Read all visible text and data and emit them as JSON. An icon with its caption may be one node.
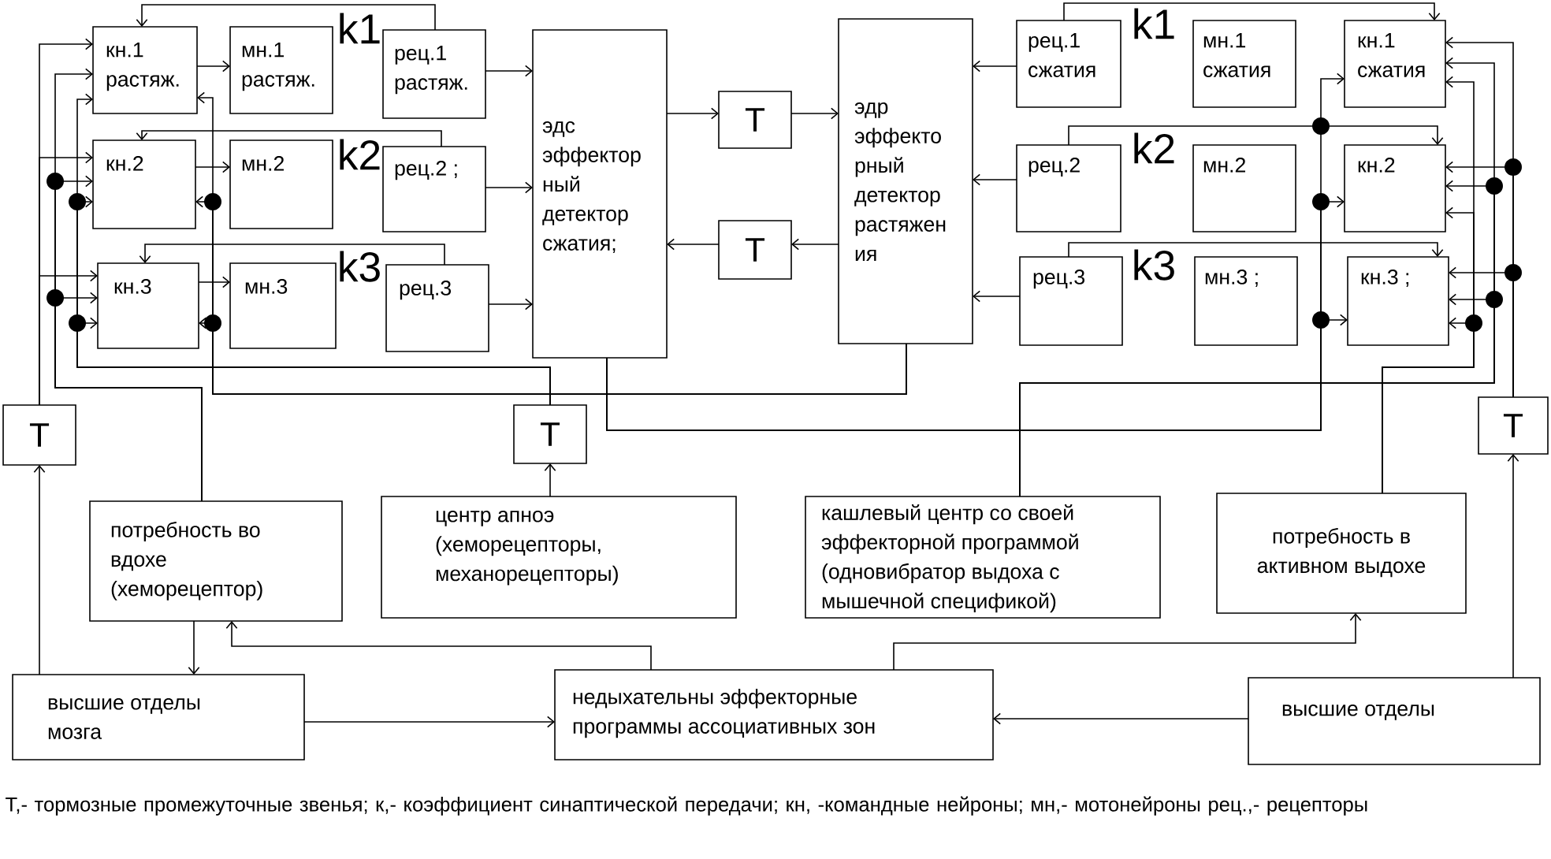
{
  "diagram": {
    "nodes": [
      {
        "text": [
          "кн.1 растяж."
        ]
      },
      {
        "text": [
          "мн.1 растяж."
        ]
      },
      {
        "text": [
          "рец.1 растяж."
        ]
      },
      {
        "text": [
          "кн.2"
        ]
      },
      {
        "text": [
          "мн.2"
        ]
      },
      {
        "text": [
          "рец.2 ;"
        ]
      },
      {
        "text": [
          "кн.3"
        ]
      },
      {
        "text": [
          "мн.3"
        ]
      },
      {
        "text": [
          "рец.3"
        ]
      },
      {
        "text": [
          "эдс эффектор ный детектор сжатия;"
        ]
      },
      {
        "text": [
          "Т"
        ]
      },
      {
        "text": [
          "Т"
        ]
      },
      {
        "text": [
          "эдр эффекто рный детектор растяжен ия"
        ]
      },
      {
        "text": [
          "рец.1 сжатия"
        ]
      },
      {
        "text": [
          "мн.1 сжатия"
        ]
      },
      {
        "text": [
          "кн.1 сжатия"
        ]
      },
      {
        "text": [
          "рец.2"
        ]
      },
      {
        "text": [
          "мн.2"
        ]
      },
      {
        "text": [
          "кн.2"
        ]
      },
      {
        "text": [
          "рец.3"
        ]
      },
      {
        "text": [
          "мн.3 ;"
        ]
      },
      {
        "text": [
          "кн.3 ;"
        ]
      },
      {
        "text": [
          "Т"
        ]
      },
      {
        "text": [
          "Т"
        ]
      },
      {
        "text": [
          "Т"
        ]
      },
      {
        "text": [
          "потребность во вдохе (хеморецептор)"
        ]
      },
      {
        "text": [
          "центр апноэ (хеморецепторы, механорецепторы)"
        ]
      },
      {
        "text": [
          "кашлевый центр со своей эффекторной программой (одновибратор выдоха с мышечной спецификой)"
        ]
      },
      {
        "text": [
          "потребность в активном выдохе"
        ]
      },
      {
        "text": [
          "высшие отделы мозга"
        ]
      },
      {
        "text": [
          "недыхательны эффекторные программы ассоциативных зон"
        ]
      },
      {
        "text": [
          "высшие отделы"
        ]
      }
    ],
    "edges": [
      {
        "from": 0,
        "to": 1,
        "arrow": "to"
      },
      {
        "from": 3,
        "to": 4,
        "arrow": "to"
      },
      {
        "from": 6,
        "to": 7,
        "arrow": "to"
      },
      {
        "from": 2,
        "to": 0,
        "arrow": "to"
      },
      {
        "from": 5,
        "to": 3,
        "arrow": "to"
      },
      {
        "from": 8,
        "to": 6,
        "arrow": "to"
      },
      {
        "from": 2,
        "to": 9,
        "arrow": "to"
      },
      {
        "from": 5,
        "to": 9,
        "arrow": "to"
      },
      {
        "from": 8,
        "to": 9,
        "arrow": "to"
      },
      {
        "from": 9,
        "to": 10,
        "arrow": "to"
      },
      {
        "from": 10,
        "to": 12,
        "arrow": "to"
      },
      {
        "from": 12,
        "to": 11,
        "arrow": "to"
      },
      {
        "from": 11,
        "to": 9,
        "arrow": "to"
      },
      {
        "from": 13,
        "to": 12,
        "arrow": "to"
      },
      {
        "from": 16,
        "to": 12,
        "arrow": "to"
      },
      {
        "from": 19,
        "to": 12,
        "arrow": "to"
      },
      {
        "from": 13,
        "to": 15,
        "arrow": "to"
      },
      {
        "from": 16,
        "to": 18,
        "arrow": "to"
      },
      {
        "from": 19,
        "to": 21,
        "arrow": "to"
      },
      {
        "from": 22,
        "to": 0,
        "arrow": "to"
      },
      {
        "from": 22,
        "to": 3,
        "arrow": "to"
      },
      {
        "from": 22,
        "to": 6,
        "arrow": "to"
      },
      {
        "from": 25,
        "to": 0,
        "arrow": "to"
      },
      {
        "from": 25,
        "to": 3,
        "arrow": "to"
      },
      {
        "from": 25,
        "to": 6,
        "arrow": "to"
      },
      {
        "from": 23,
        "to": 0,
        "arrow": "to"
      },
      {
        "from": 23,
        "to": 3,
        "arrow": "to"
      },
      {
        "from": 23,
        "to": 6,
        "arrow": "to"
      },
      {
        "from": 12,
        "to": 0,
        "arrow": "to"
      },
      {
        "from": 12,
        "to": 3,
        "arrow": "to"
      },
      {
        "from": 12,
        "to": 6,
        "arrow": "to"
      },
      {
        "from": 9,
        "to": 15,
        "arrow": "to"
      },
      {
        "from": 9,
        "to": 18,
        "arrow": "to"
      },
      {
        "from": 9,
        "to": 21,
        "arrow": "to"
      },
      {
        "from": 24,
        "to": 15,
        "arrow": "to"
      },
      {
        "from": 24,
        "to": 18,
        "arrow": "to"
      },
      {
        "from": 24,
        "to": 21,
        "arrow": "to"
      },
      {
        "from": 27,
        "to": 15,
        "arrow": "to"
      },
      {
        "from": 27,
        "to": 18,
        "arrow": "to"
      },
      {
        "from": 27,
        "to": 21,
        "arrow": "to"
      },
      {
        "from": 28,
        "to": 15,
        "arrow": "to"
      },
      {
        "from": 28,
        "to": 18,
        "arrow": "to"
      },
      {
        "from": 28,
        "to": 21,
        "arrow": "to"
      },
      {
        "from": 29,
        "to": 22,
        "arrow": "to"
      },
      {
        "from": 25,
        "to": 29,
        "arrow": "to"
      },
      {
        "from": 30,
        "to": 25,
        "arrow": "to"
      },
      {
        "from": 29,
        "to": 30,
        "arrow": "to"
      },
      {
        "from": 26,
        "to": 23,
        "arrow": "to"
      },
      {
        "from": 30,
        "to": 28,
        "arrow": "to"
      },
      {
        "from": 31,
        "to": 30,
        "arrow": "to"
      },
      {
        "from": 31,
        "to": 24,
        "arrow": "to"
      }
    ],
    "labels": [
      "k1",
      "k1",
      "k2",
      "k2",
      "k3",
      "k3"
    ],
    "caption": "Т,- тормозные промежуточные звенья; к,- коэффициент синаптической передачи; кн, -командные нейроны; мн,- мотонейроны рец.,- рецепторы"
  }
}
